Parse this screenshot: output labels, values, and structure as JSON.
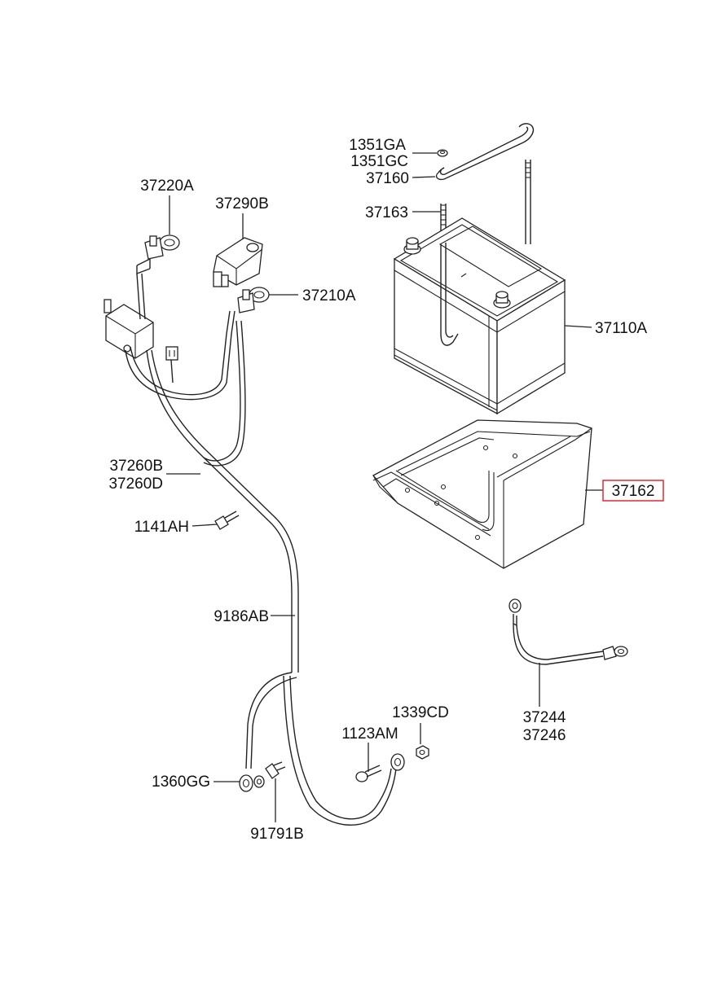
{
  "labels": {
    "p1351GA": "1351GA",
    "p1351GC": "1351GC",
    "p37160": "37160",
    "p37163": "37163",
    "p37220A": "37220A",
    "p37290B": "37290B",
    "p37210A": "37210A",
    "p37110A": "37110A",
    "p37162": "37162",
    "p37260B": "37260B",
    "p37260D": "37260D",
    "p1141AH": "1141AH",
    "p9186AB": "9186AB",
    "p37244": "37244",
    "p37246": "37246",
    "p1339CD": "1339CD",
    "p1123AM": "1123AM",
    "p1360GG": "1360GG",
    "p91791B": "91791B"
  },
  "highlight": {
    "part": "37162",
    "color": "#e8343f"
  }
}
